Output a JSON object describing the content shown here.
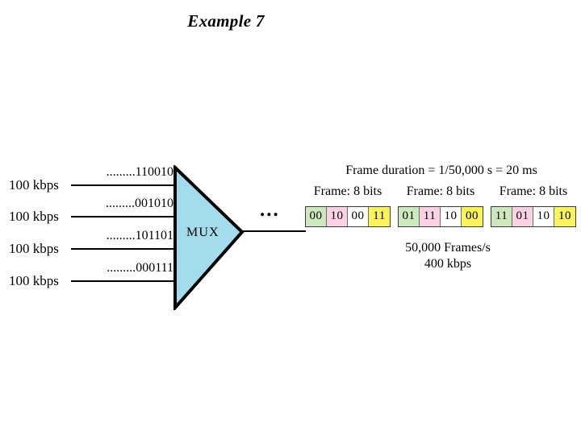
{
  "slide": {
    "title": "Example 7",
    "background_color": "#ffffff"
  },
  "mux": {
    "label": "MUX",
    "fill_color": "#a5dced",
    "stroke_color": "#000000",
    "ellipsis": "..."
  },
  "inputs": [
    {
      "rate": "100 kbps",
      "bits": ".........110010"
    },
    {
      "rate": "100 kbps",
      "bits": ".........001010"
    },
    {
      "rate": "100 kbps",
      "bits": ".........101101"
    },
    {
      "rate": "100 kbps",
      "bits": ".........000111"
    }
  ],
  "output": {
    "frame_duration": "Frame duration = 1/50,000 s = 20 ms",
    "frame_rate": "50,000 Frames/s",
    "line_rate": "400 kbps"
  },
  "frames": [
    {
      "header": "Frame: 8 bits",
      "cells": [
        {
          "value": "00",
          "color": "#cce8bc"
        },
        {
          "value": "10",
          "color": "#fbd2e3"
        },
        {
          "value": "00",
          "color": "#ffffff"
        },
        {
          "value": "11",
          "color": "#fbf35c"
        }
      ]
    },
    {
      "header": "Frame: 8 bits",
      "cells": [
        {
          "value": "01",
          "color": "#cce8bc"
        },
        {
          "value": "11",
          "color": "#fbd2e3"
        },
        {
          "value": "10",
          "color": "#ffffff"
        },
        {
          "value": "00",
          "color": "#fbf35c"
        }
      ]
    },
    {
      "header": "Frame: 8 bits",
      "cells": [
        {
          "value": "11",
          "color": "#cce8bc"
        },
        {
          "value": "01",
          "color": "#fbd2e3"
        },
        {
          "value": "10",
          "color": "#ffffff"
        },
        {
          "value": "10",
          "color": "#fbf35c"
        }
      ]
    }
  ]
}
